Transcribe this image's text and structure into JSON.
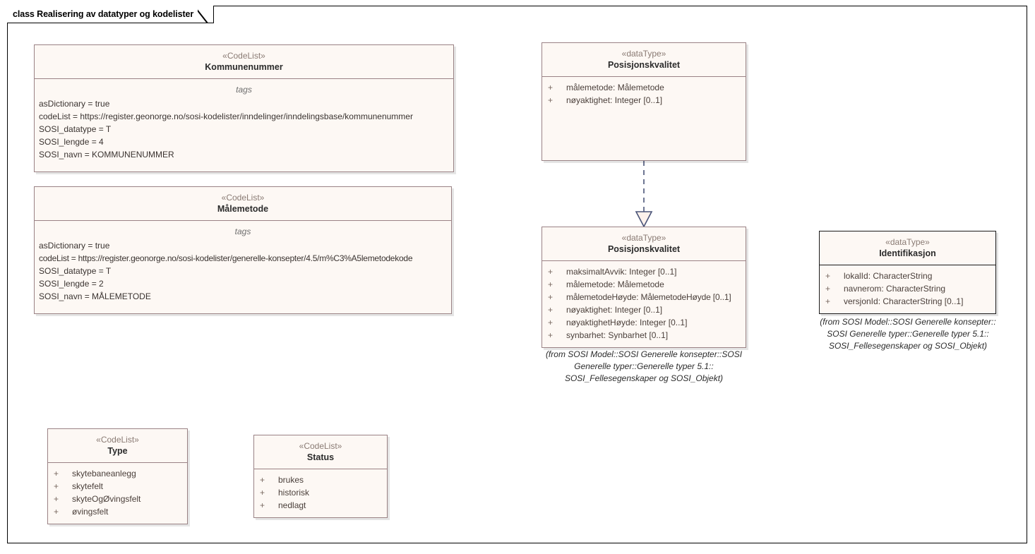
{
  "diagram": {
    "frame_label": "class Realisering av datatyper og kodelister",
    "colors": {
      "box_fill": "#fdf8f4",
      "box_border": "#9a8285",
      "dark_border": "#1a1a1a",
      "stereotype_text": "#8a7b74",
      "class_name_text": "#2b2b2b",
      "attribute_text": "#4a3f3a",
      "frame_border": "#000000",
      "connector": "#4a5478"
    }
  },
  "classes": {
    "kommunenummer": {
      "stereotype": "«CodeList»",
      "name": "Kommunenummer",
      "compartment_label": "tags",
      "tags": [
        "asDictionary = true",
        "codeList = https://register.geonorge.no/sosi-kodelister/inndelinger/inndelingsbase/kommunenummer",
        "SOSI_datatype = T",
        "SOSI_lengde = 4",
        "SOSI_navn = KOMMUNENUMMER"
      ]
    },
    "malemetode": {
      "stereotype": "«CodeList»",
      "name": "Målemetode",
      "compartment_label": "tags",
      "tags": [
        "asDictionary = true",
        "codeList = https://register.geonorge.no/sosi-kodelister/generelle-konsepter/4.5/m%C3%A5lemetodekode",
        "SOSI_datatype = T",
        "SOSI_lengde = 2",
        "SOSI_navn = MÅLEMETODE"
      ]
    },
    "posisjonskvalitet_app": {
      "stereotype": "«dataType»",
      "name": "Posisjonskvalitet",
      "attributes": [
        {
          "visibility": "+",
          "text": "målemetode: Målemetode"
        },
        {
          "visibility": "+",
          "text": "nøyaktighet: Integer [0..1]"
        }
      ]
    },
    "posisjonskvalitet_sosi": {
      "stereotype": "«dataType»",
      "name": "Posisjonskvalitet",
      "attributes": [
        {
          "visibility": "+",
          "text": "maksimaltAvvik: Integer [0..1]"
        },
        {
          "visibility": "+",
          "text": "målemetode: Målemetode"
        },
        {
          "visibility": "+",
          "text": "målemetodeHøyde: MålemetodeHøyde [0..1]"
        },
        {
          "visibility": "+",
          "text": "nøyaktighet: Integer [0..1]"
        },
        {
          "visibility": "+",
          "text": "nøyaktighetHøyde: Integer [0..1]"
        },
        {
          "visibility": "+",
          "text": "synbarhet: Synbarhet [0..1]"
        }
      ],
      "from_package": [
        "(from SOSI Model::SOSI Generelle konsepter::SOSI",
        "Generelle typer::Generelle typer 5.1::",
        "SOSI_Fellesegenskaper og SOSI_Objekt)"
      ]
    },
    "identifikasjon": {
      "stereotype": "«dataType»",
      "name": "Identifikasjon",
      "attributes": [
        {
          "visibility": "+",
          "text": "lokalId: CharacterString"
        },
        {
          "visibility": "+",
          "text": "navnerom: CharacterString"
        },
        {
          "visibility": "+",
          "text": "versjonId: CharacterString [0..1]"
        }
      ],
      "from_package": [
        "(from SOSI Model::SOSI Generelle konsepter::",
        "SOSI Generelle typer::Generelle typer 5.1::",
        "SOSI_Fellesegenskaper og SOSI_Objekt)"
      ]
    },
    "type": {
      "stereotype": "«CodeList»",
      "name": "Type",
      "attributes": [
        {
          "visibility": "+",
          "text": "skytebaneanlegg"
        },
        {
          "visibility": "+",
          "text": "skytefelt"
        },
        {
          "visibility": "+",
          "text": "skyteOgØvingsfelt"
        },
        {
          "visibility": "+",
          "text": "øvingsfelt"
        }
      ]
    },
    "status": {
      "stereotype": "«CodeList»",
      "name": "Status",
      "attributes": [
        {
          "visibility": "+",
          "text": "brukes"
        },
        {
          "visibility": "+",
          "text": "historisk"
        },
        {
          "visibility": "+",
          "text": "nedlagt"
        }
      ]
    }
  },
  "connectors": [
    {
      "kind": "realization",
      "source": "posisjonskvalitet_app",
      "target": "posisjonskvalitet_sosi",
      "line_style": "dashed",
      "arrowhead": "hollow-triangle"
    }
  ]
}
